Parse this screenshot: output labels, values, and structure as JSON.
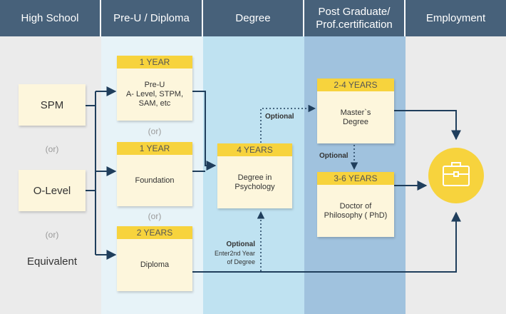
{
  "headers": [
    "High School",
    "Pre-U / Diploma",
    "Degree",
    "Post Graduate/\nProf.certification",
    "Employment"
  ],
  "high_school": {
    "spm": "SPM",
    "or": "(or)",
    "olevel": "O-Level",
    "equivalent": "Equivalent"
  },
  "pre_u": {
    "preu_tag": "1 YEAR",
    "preu_body": "Pre-U\nA- Level, STPM,\nSAM, etc",
    "or": "(or)",
    "foundation_tag": "1 YEAR",
    "foundation_body": "Foundation",
    "diploma_tag": "2 YEARS",
    "diploma_body": "Diploma"
  },
  "degree": {
    "tag": "4 YEARS",
    "body": "Degree in\nPsychology"
  },
  "post_grad": {
    "masters_tag": "2-4 YEARS",
    "masters_body": "Master`s\nDegree",
    "phd_tag": "3-6 YEARS",
    "phd_body": "Doctor of\nPhilosophy ( PhD)"
  },
  "annotations": {
    "optional": "Optional",
    "optional_enter_label": "Optional",
    "optional_enter_text": "Enter2nd Year\nof Degree"
  },
  "icons": {
    "employment": "briefcase-icon"
  },
  "colors": {
    "header_bg": "#47617a",
    "tag_yellow": "#f7d33d",
    "box_fill": "#fdf6dc",
    "arrow": "#1f3e5c",
    "col_highschool": "#ebebeb",
    "col_preu": "#e7f3f8",
    "col_degree": "#bfe2f1",
    "col_postgrad": "#a0c2de",
    "col_employment": "#ebebeb",
    "circle": "#f7d33d"
  }
}
